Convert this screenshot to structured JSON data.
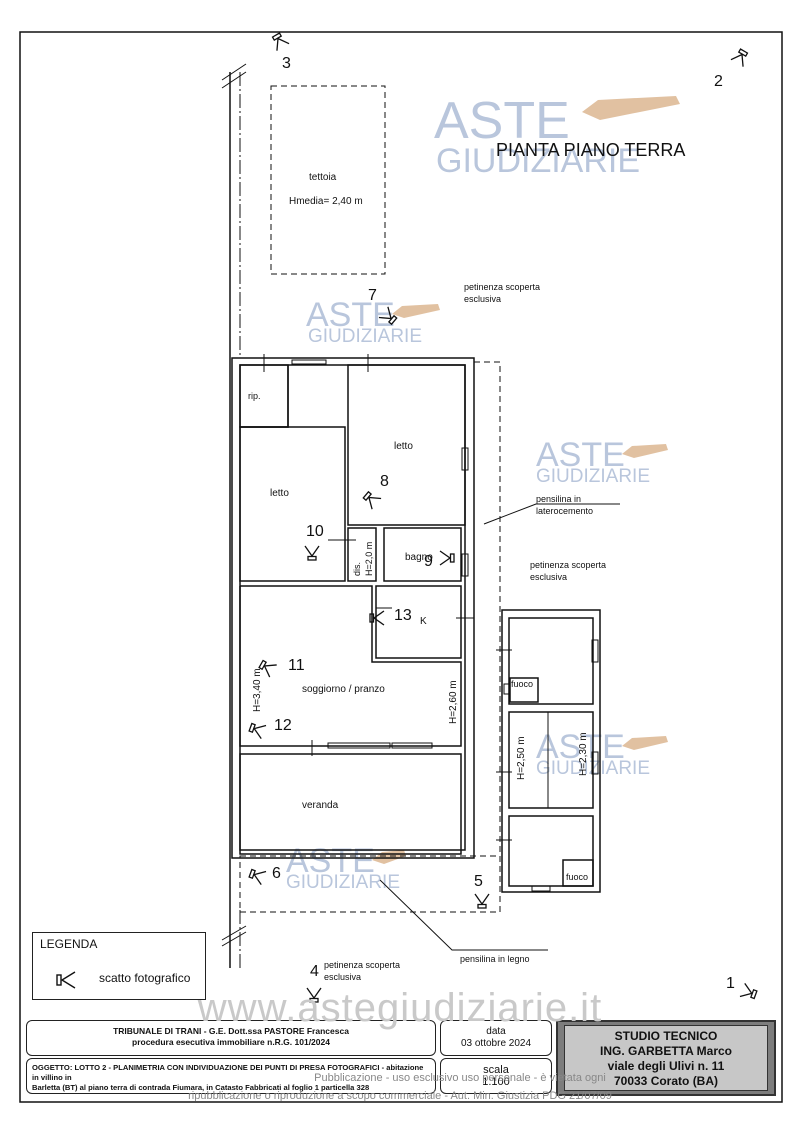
{
  "drawing_title": "PIANTA  PIANO TERRA",
  "rooms": {
    "tettoia": "tettoia",
    "tettoia_height": "Hmedia= 2,40 m",
    "rip": "rip.",
    "letto_left": "letto",
    "letto_right": "letto",
    "dis": "dis.",
    "dis_height": "H=2,0 m",
    "bagno": "bagno",
    "kitchen": "K",
    "soggiorno": "soggiorno / pranzo",
    "soggiorno_h_left": "H=3,40 m",
    "soggiorno_h_right": "H=2,60 m",
    "veranda": "veranda",
    "fuoco_1": "fuoco",
    "fuoco_2": "fuoco",
    "annex_h_left": "H=2,50 m",
    "annex_h_right": "H=2,30 m"
  },
  "annotations": {
    "pertinenza_top": [
      "petinenza scoperta",
      "esclusiva"
    ],
    "pertinenza_right": [
      "petinenza scoperta",
      "esclusiva"
    ],
    "pertinenza_bottom": [
      "petinenza scoperta",
      "esclusiva"
    ],
    "pensilina_laterocemento": [
      "pensilina in",
      "laterocemento"
    ],
    "pensilina_legno": "pensilina in legno"
  },
  "photo_points": [
    "1",
    "2",
    "3",
    "4",
    "5",
    "6",
    "7",
    "8",
    "9",
    "10",
    "11",
    "12",
    "13"
  ],
  "legend": {
    "title": "LEGENDA",
    "item": "scatto fotografico",
    "icon": "camera-viewpoint-icon"
  },
  "title_block": {
    "tribunale_line1": "TRIBUNALE DI TRANI - G.E. Dott.ssa PASTORE Francesca",
    "tribunale_line2": "procedura esecutiva immobiliare n.R.G. 101/2024",
    "oggetto_line1": "OGGETTO: LOTTO 2 - PLANIMETRIA CON INDIVIDUAZIONE DEI PUNTI DI PRESA FOTOGRAFICI - abitazione in villino in",
    "oggetto_line2": "Barletta (BT) al piano terra di contrada Fiumara, in Catasto Fabbricati al foglio 1 particella 328",
    "data_label": "data",
    "data_value": "03 ottobre 2024",
    "scala_label": "scala",
    "scala_value": "1:100",
    "studio_line1": "STUDIO TECNICO",
    "studio_line2": "ING. GARBETTA Marco",
    "studio_line3": "viale degli Ulivi n. 11",
    "studio_line4": "70033 Corato (BA)"
  },
  "watermark": {
    "brand_top": "ASTE",
    "brand_bottom": "GIUDIZIARIE",
    "site": "www.astegiudiziarie.it",
    "notice_line1": "Pubblicazione - uso esclusivo uso personale - è vietata ogni",
    "notice_line2": "ripubblicazione o riproduzione a scopo commerciale - Aut. Min. Giustizia PDG 21/07/09"
  },
  "colors": {
    "line": "#111111",
    "watermark": "#b9c6dc",
    "gavel": "#d9b28a",
    "studio_bg": "#c7c7c7"
  }
}
